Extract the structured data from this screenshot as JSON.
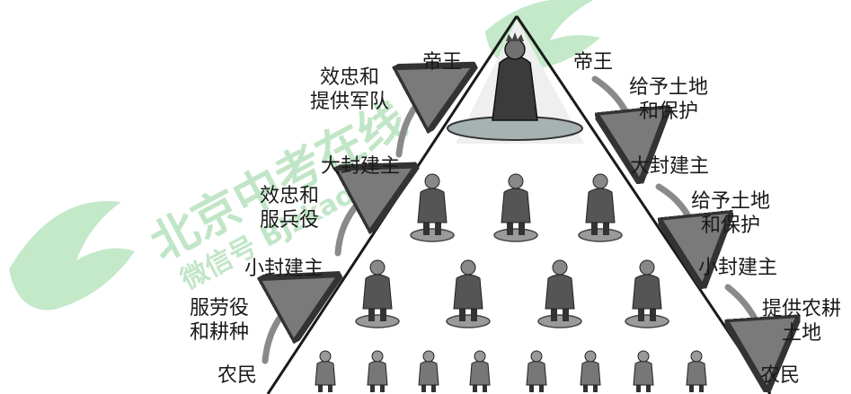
{
  "levels": {
    "top_left": "帝王",
    "top_right": "帝王",
    "great_lord_left": "大封建主",
    "great_lord_right": "大封建主",
    "small_lord_left": "小封建主",
    "small_lord_right": "小封建主",
    "peasant_left": "农民",
    "peasant_right": "农民"
  },
  "duties": {
    "great_to_king": [
      "效忠和",
      "提供军队"
    ],
    "small_to_great": [
      "效忠和",
      "服兵役"
    ],
    "peasant_to_small": [
      "服劳役",
      "和耕种"
    ]
  },
  "grants": {
    "king_to_great": [
      "给予土地",
      "和保护"
    ],
    "great_to_small": [
      "给予土地",
      "和保护"
    ],
    "small_to_peasant": [
      "提供农耕",
      "土地"
    ]
  },
  "watermark": {
    "line1": "北京中考在线",
    "line2": "微信号 BJzkao",
    "color": "#6cc47a"
  }
}
